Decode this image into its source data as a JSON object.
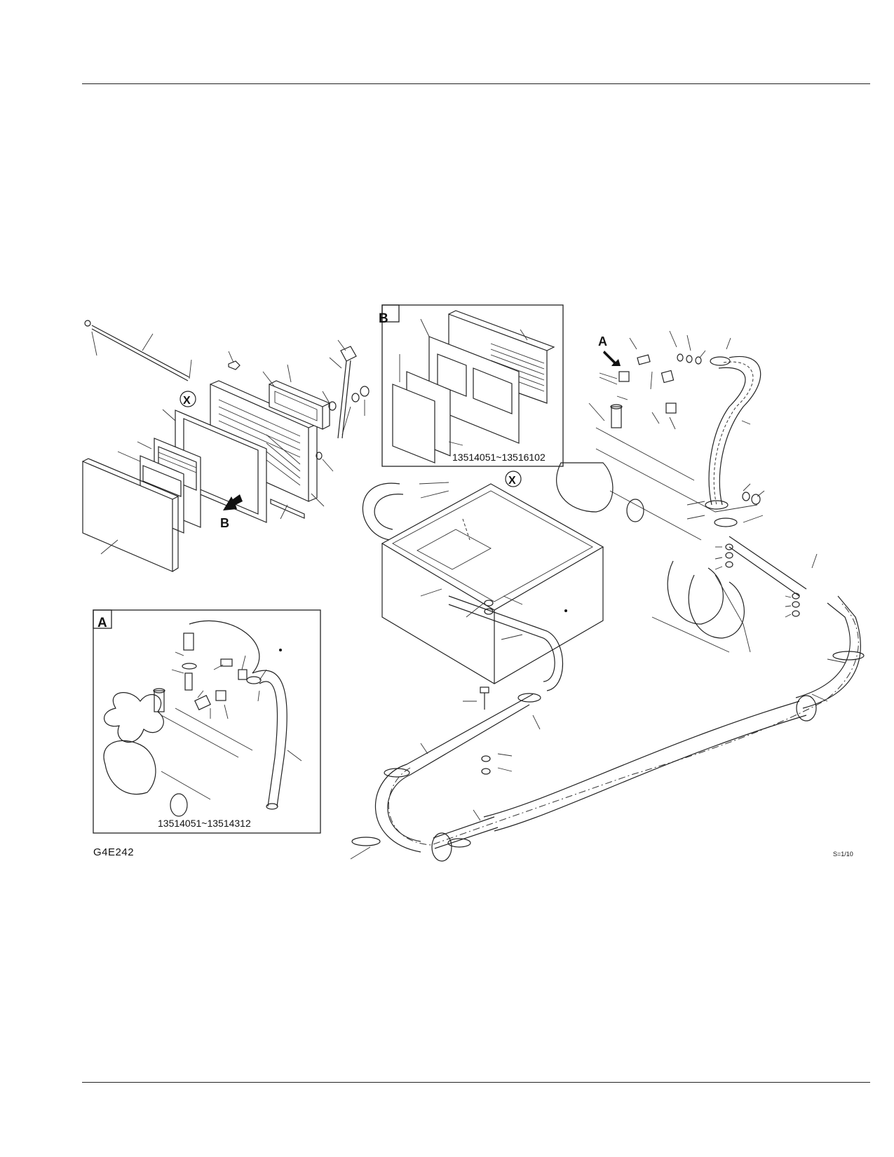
{
  "figure_code": "G4E242",
  "scale": "S=1/10",
  "views": {
    "a": {
      "letter": "A",
      "serial_range": "13514051~13514312"
    },
    "b": {
      "letter": "B",
      "serial_range": "13514051~13516102"
    },
    "x_marker": "X"
  },
  "arrows": {
    "to_view_a": "A",
    "to_view_b": "B"
  }
}
